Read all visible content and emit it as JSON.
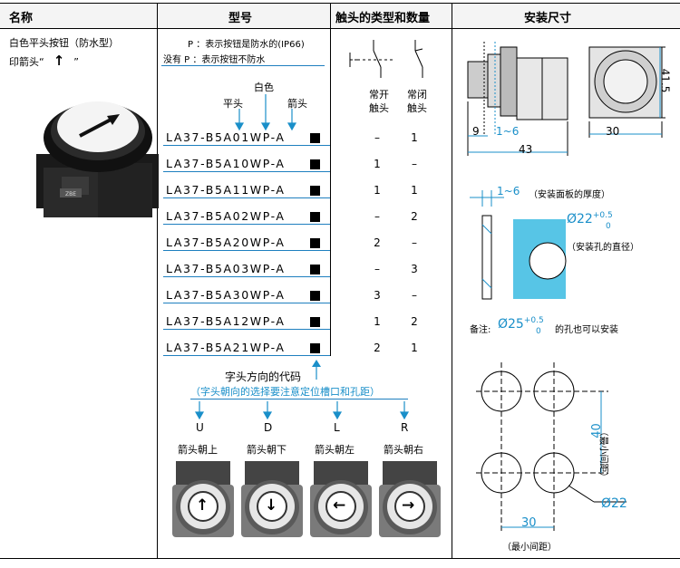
{
  "headers": {
    "name": "名称",
    "model": "型号",
    "contact": "触头的类型和数量",
    "install": "安装尺寸"
  },
  "product": {
    "line1": "白色平头按钮（防水型）",
    "line2_prefix": "印箭头“",
    "line2_arrow": "↑",
    "line2_suffix": "”"
  },
  "notes": {
    "p_line": "P ：表示按钮是防水的(IP66)",
    "nop_line": "没有 P ：表示按钮不防水",
    "label_white": "白色",
    "label_flat": "平头",
    "label_arrow": "箭头"
  },
  "contact_labels": {
    "no": "常开",
    "no2": "触头",
    "nc": "常闭",
    "nc2": "触头"
  },
  "rows": [
    {
      "model": "LA37-B5A01WP-A",
      "no": "–",
      "nc": "1"
    },
    {
      "model": "LA37-B5A10WP-A",
      "no": "1",
      "nc": "–"
    },
    {
      "model": "LA37-B5A11WP-A",
      "no": "1",
      "nc": "1"
    },
    {
      "model": "LA37-B5A02WP-A",
      "no": "–",
      "nc": "2"
    },
    {
      "model": "LA37-B5A20WP-A",
      "no": "2",
      "nc": "–"
    },
    {
      "model": "LA37-B5A03WP-A",
      "no": "–",
      "nc": "3"
    },
    {
      "model": "LA37-B5A30WP-A",
      "no": "3",
      "nc": "–"
    },
    {
      "model": "LA37-B5A12WP-A",
      "no": "1",
      "nc": "2"
    },
    {
      "model": "LA37-B5A21WP-A",
      "no": "2",
      "nc": "1"
    }
  ],
  "direction": {
    "title": "字头方向的代码",
    "subtitle": "（字头朝向的选择要注意定位槽口和孔距）",
    "codes": [
      {
        "code": "U",
        "label": "箭头朝上",
        "glyph": "↑"
      },
      {
        "code": "D",
        "label": "箭头朝下",
        "glyph": "↓"
      },
      {
        "code": "L",
        "label": "箭头朝左",
        "glyph": "←"
      },
      {
        "code": "R",
        "label": "箭头朝右",
        "glyph": "→"
      }
    ]
  },
  "dims": {
    "d9": "9",
    "d1_6": "1~6",
    "d43": "43",
    "d30": "30",
    "d41_5": "41.5",
    "panel_thk": "1~6",
    "panel_note": "（安装面板的厚度）",
    "hole": "Ø22",
    "hole_tol_up": "+0.5",
    "hole_tol_dn": "0",
    "hole_note": "（安装孔的直径）",
    "remark_prefix": "备注:",
    "remark_hole": "Ø25",
    "remark_tol_up": "+0.5",
    "remark_tol_dn": "0",
    "remark_suffix": "的孔也可以安装",
    "spacing_v": "40",
    "spacing_v_note": "（最小间距）",
    "spacing_h": "30",
    "spacing_h_note": "（最小间距）",
    "hole2": "Ø22"
  }
}
